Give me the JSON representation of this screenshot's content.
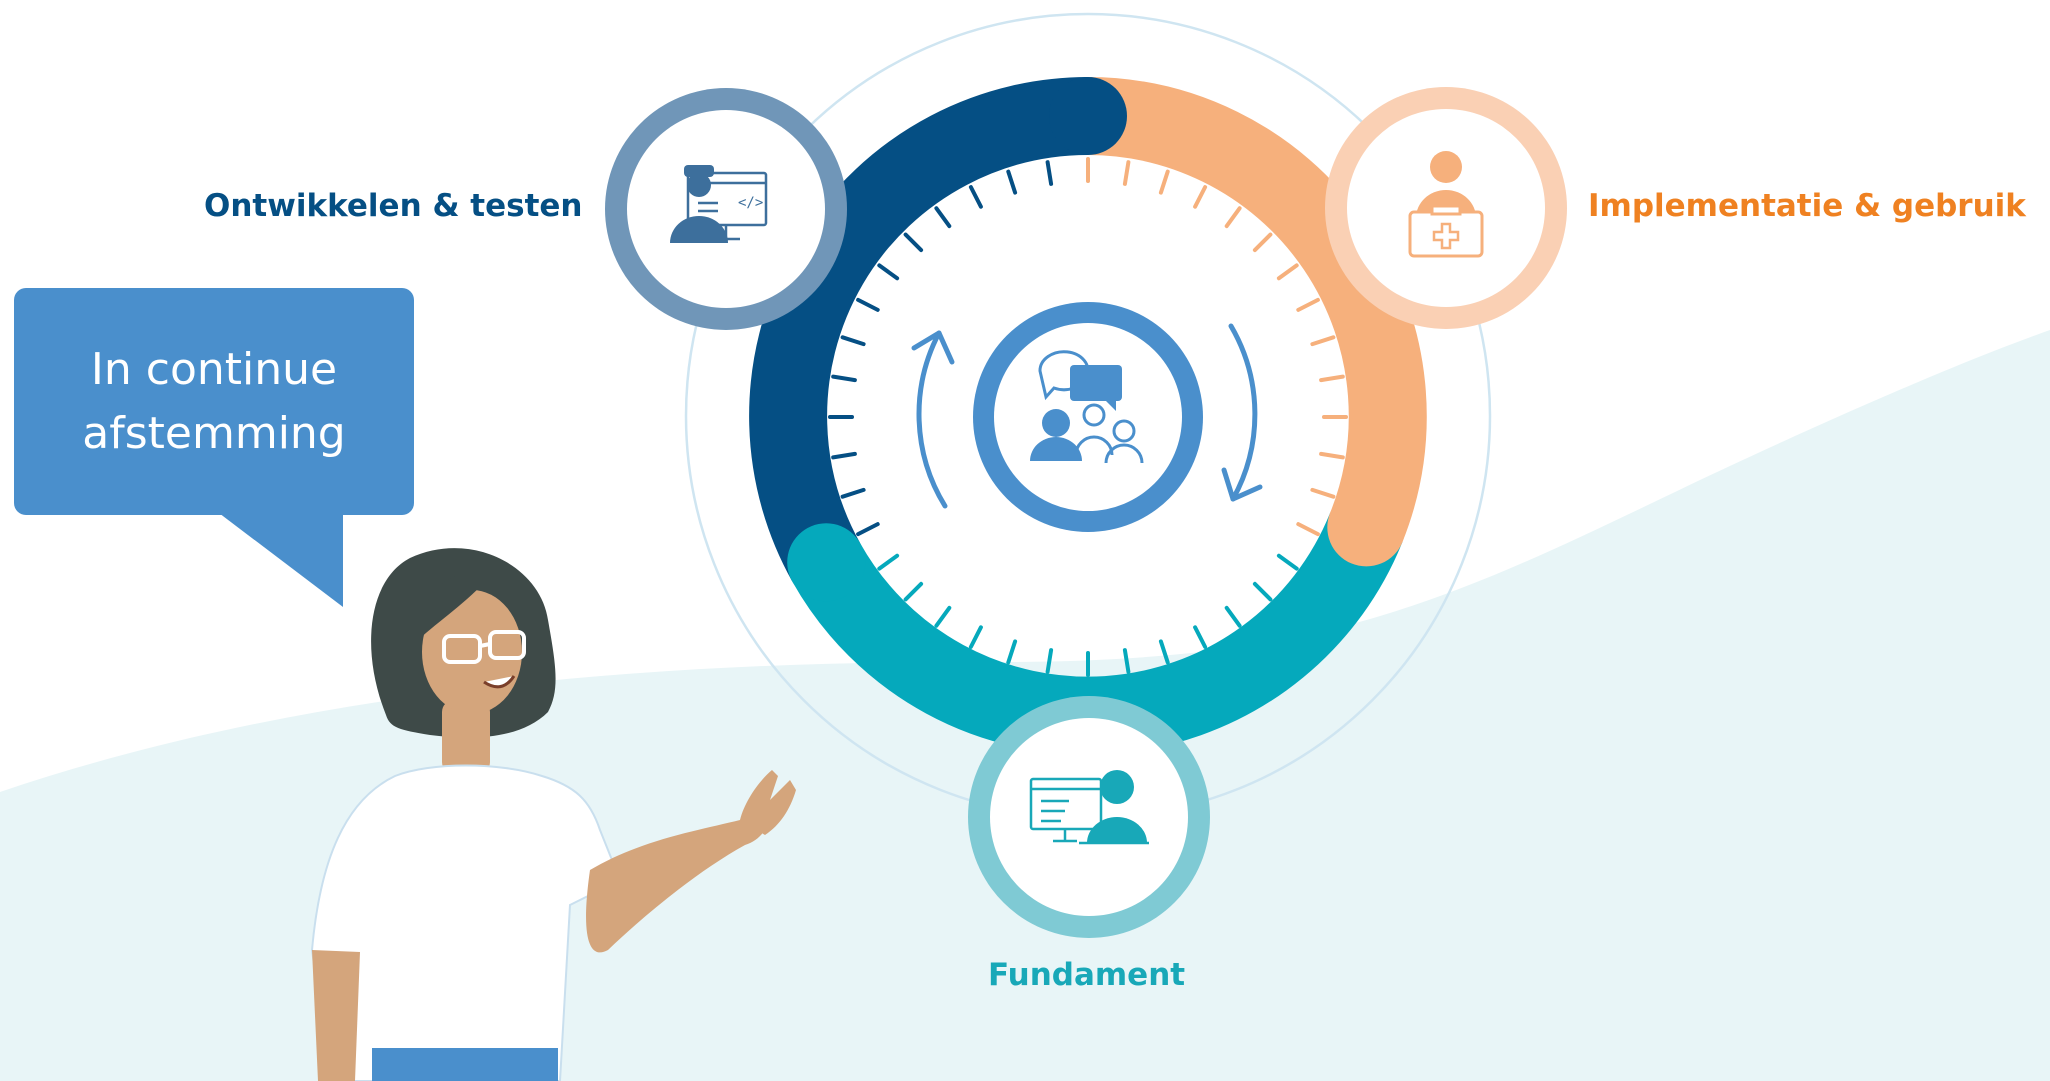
{
  "colors": {
    "dev": "#054f84",
    "impl": "#f6b07c",
    "impl_label": "#ef8121",
    "fund": "#05a9bc",
    "fund_label": "#18a8b8",
    "center": "#4a8fcc",
    "bubble": "#4a8fcc",
    "background_wave": "#e8f5f7"
  },
  "labels": {
    "dev": "Ontwikkelen & testen",
    "impl": "Implementatie & gebruik",
    "fund": "Fundament"
  },
  "bubble": {
    "line1": "In continue",
    "line2": "afstemming"
  },
  "icons": {
    "dev": "developer-at-screen-icon",
    "impl": "doctor-with-medical-kit-icon",
    "fund": "person-at-computer-icon",
    "center": "people-conversation-icon",
    "cycle": "cycle-arrows-icon"
  }
}
